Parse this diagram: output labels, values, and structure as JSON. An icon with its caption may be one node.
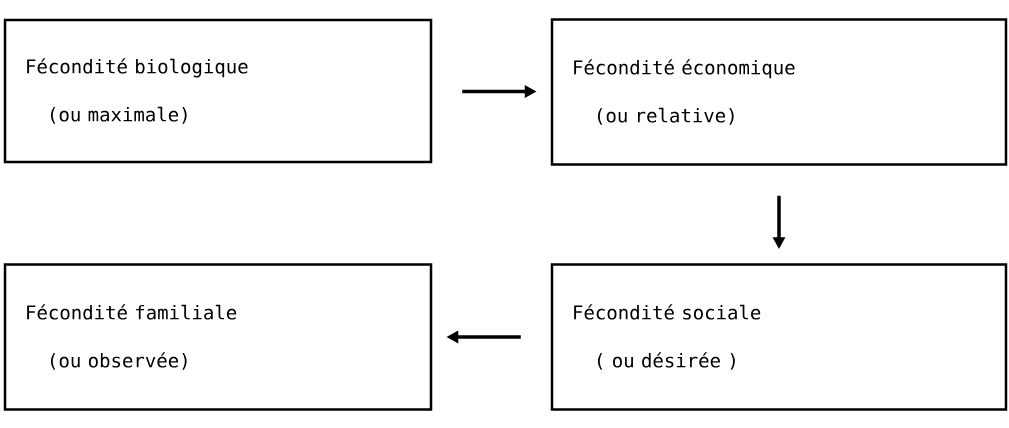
{
  "diagram": {
    "nodes": [
      {
        "text": [
          "Fécondité biologique",
          "(ou maximale)"
        ]
      },
      {
        "text": [
          "Fécondité économique",
          "(ou relative)"
        ]
      },
      {
        "text": [
          "Fécondité familiale",
          "(ou observée)"
        ]
      },
      {
        "text": [
          "Fécondité sociale",
          "( ou désirée )"
        ]
      }
    ],
    "edges": [
      {
        "from": 0,
        "to": 1,
        "arrow": "to"
      },
      {
        "from": 1,
        "to": 3,
        "arrow": "to"
      },
      {
        "from": 3,
        "to": 2,
        "arrow": "to"
      }
    ]
  }
}
